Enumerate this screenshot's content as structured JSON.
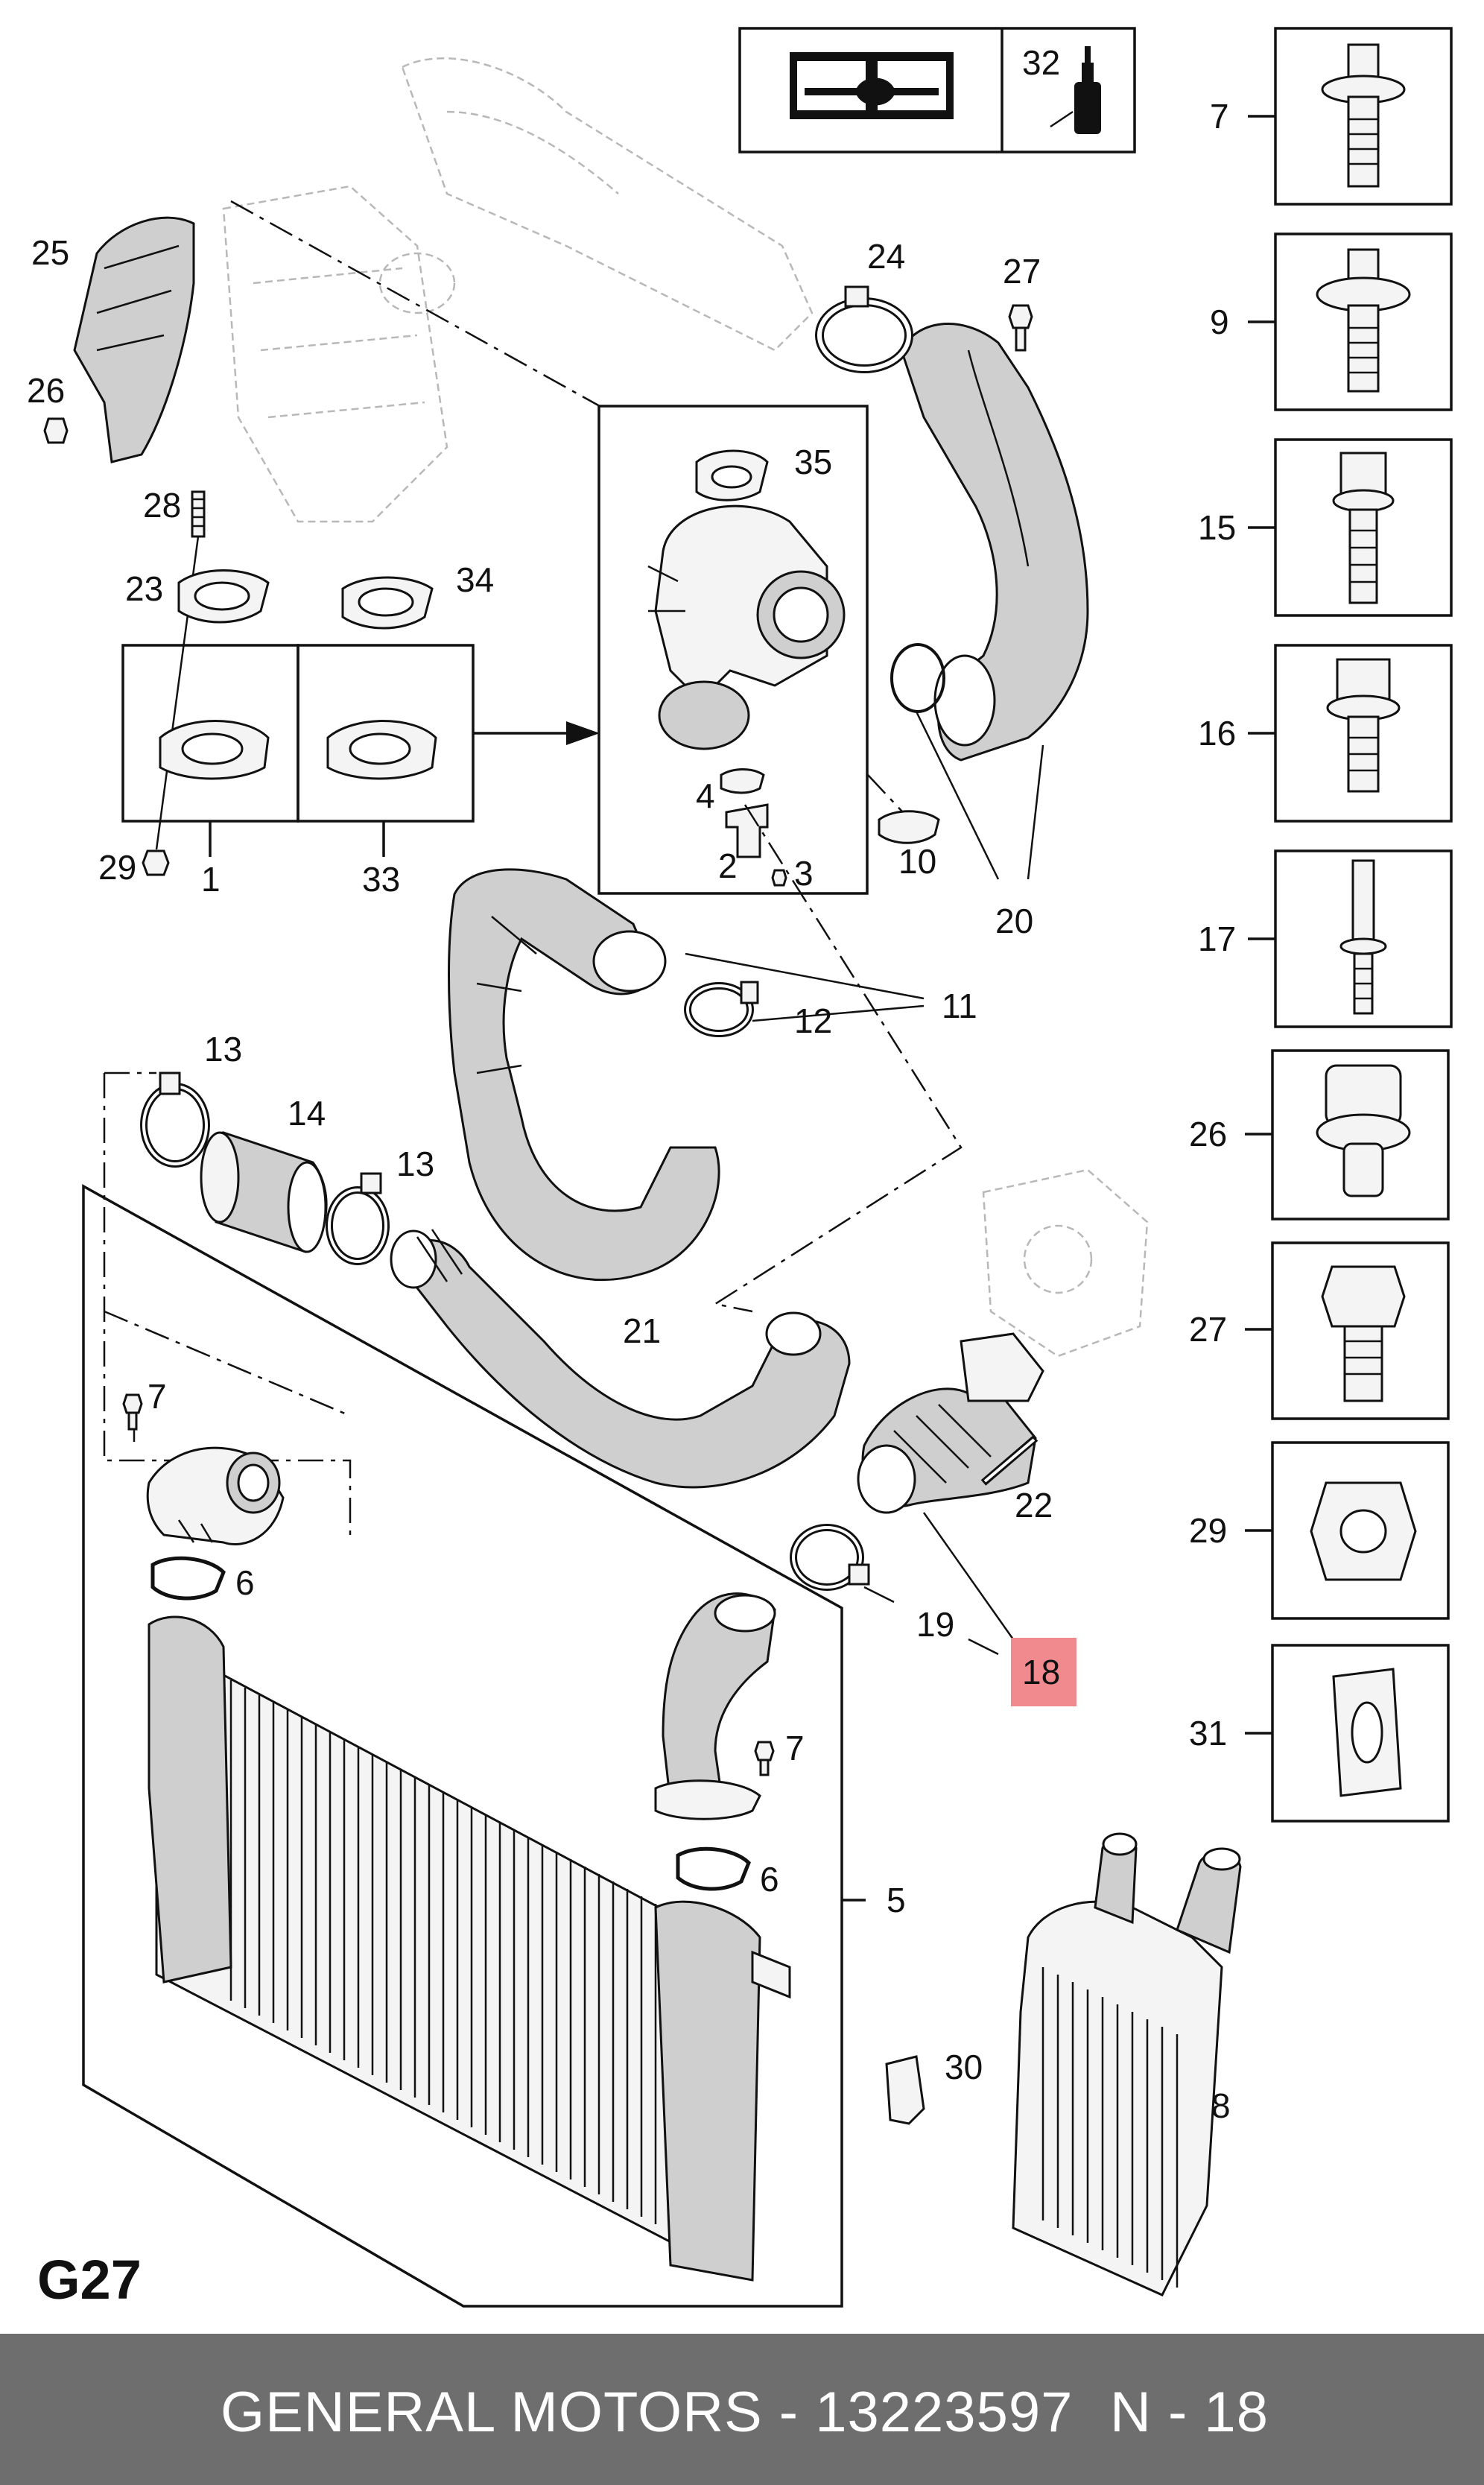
{
  "diagram": {
    "page_code": "G27",
    "callouts": {
      "c1": "1",
      "c2": "2",
      "c3": "3",
      "c4": "4",
      "c5": "5",
      "c6a": "6",
      "c6b": "6",
      "c7a": "7",
      "c7b": "7",
      "c8": "8",
      "c10": "10",
      "c11": "11",
      "c12": "12",
      "c13a": "13",
      "c13b": "13",
      "c14": "14",
      "c18": "18",
      "c19": "19",
      "c20": "20",
      "c21": "21",
      "c22": "22",
      "c23": "23",
      "c24": "24",
      "c25": "25",
      "c26": "26",
      "c27": "27",
      "c28": "28",
      "c29": "29",
      "c30": "30",
      "c32": "32",
      "c33": "33",
      "c34": "34",
      "c35": "35"
    },
    "highlight_color": "#f08a8f",
    "sidebar": [
      "7",
      "9",
      "15",
      "16",
      "17",
      "26",
      "27",
      "29",
      "31"
    ]
  },
  "footer": {
    "title": "GENERAL MOTORS - 13223597",
    "reference": "N - 18"
  }
}
